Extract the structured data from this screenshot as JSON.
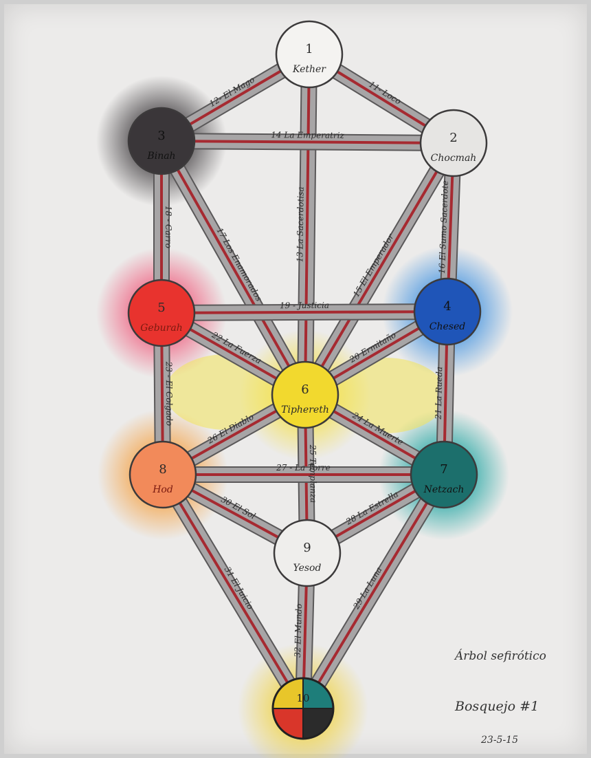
{
  "sephirot": [
    {
      "id": "s1",
      "number": "1",
      "name": "Kether",
      "fill": "#f4f3f1",
      "glow": "none"
    },
    {
      "id": "s2",
      "number": "2",
      "name": "Chocmah",
      "fill": "#e6e5e3",
      "glow": "none"
    },
    {
      "id": "s3",
      "number": "3",
      "name": "Binah",
      "fill": "#3a3639",
      "glow": "#3a3639"
    },
    {
      "id": "s4",
      "number": "4",
      "name": "Chesed",
      "fill": "#1f55b8",
      "glow": "#3b8fe0"
    },
    {
      "id": "s5",
      "number": "5",
      "name": "Geburah",
      "fill": "#e8332e",
      "glow": "#f0587a"
    },
    {
      "id": "s6",
      "number": "6",
      "name": "Tiphereth",
      "fill": "#f2d92e",
      "glow": "#f4e04a"
    },
    {
      "id": "s7",
      "number": "7",
      "name": "Netzach",
      "fill": "#1c6f6c",
      "glow": "#1aa3a0"
    },
    {
      "id": "s8",
      "number": "8",
      "name": "Hod",
      "fill": "#f28a5a",
      "glow": "#f5a040"
    },
    {
      "id": "s9",
      "number": "9",
      "name": "Yesod",
      "fill": "#efeeec",
      "glow": "none"
    },
    {
      "id": "s10",
      "number": "10",
      "name": "",
      "fill": "#ffffff",
      "glow": "#f0d44a"
    }
  ],
  "malkuth_quarters": [
    "#e8c62a",
    "#1e7e7a",
    "#d9362a",
    "#2b2b2b"
  ],
  "paths": [
    {
      "id": "p11",
      "from": "s1",
      "to": "s2",
      "label": "11- Loco"
    },
    {
      "id": "p12",
      "from": "s1",
      "to": "s3",
      "label": "12- El Mago"
    },
    {
      "id": "p13",
      "from": "s1",
      "to": "s6",
      "label": "13 La Sacerdotisa"
    },
    {
      "id": "p14",
      "from": "s3",
      "to": "s2",
      "label": "14 La Emperatriz"
    },
    {
      "id": "p15",
      "from": "s2",
      "to": "s6",
      "label": "15 El Emperador"
    },
    {
      "id": "p16",
      "from": "s2",
      "to": "s4",
      "label": "16 El Sumo Sacerdote"
    },
    {
      "id": "p17",
      "from": "s3",
      "to": "s6",
      "label": "17 Los Enamorados"
    },
    {
      "id": "p18",
      "from": "s3",
      "to": "s5",
      "label": "18 - Carro"
    },
    {
      "id": "p19",
      "from": "s5",
      "to": "s4",
      "label": "19 - Justicia"
    },
    {
      "id": "p20",
      "from": "s4",
      "to": "s6",
      "label": "20 Ermitaño"
    },
    {
      "id": "p21",
      "from": "s4",
      "to": "s7",
      "label": "21 La Rueda"
    },
    {
      "id": "p22",
      "from": "s5",
      "to": "s6",
      "label": "22 La Fuerza"
    },
    {
      "id": "p23",
      "from": "s5",
      "to": "s8",
      "label": "23 - El Colgado"
    },
    {
      "id": "p24",
      "from": "s6",
      "to": "s7",
      "label": "24 La Muerte"
    },
    {
      "id": "p25",
      "from": "s6",
      "to": "s9",
      "label": "25 Templanza"
    },
    {
      "id": "p26",
      "from": "s6",
      "to": "s8",
      "label": "26 El Diablo"
    },
    {
      "id": "p27",
      "from": "s8",
      "to": "s7",
      "label": "27 - La Torre"
    },
    {
      "id": "p28",
      "from": "s7",
      "to": "s9",
      "label": "28 La Estrella"
    },
    {
      "id": "p29",
      "from": "s7",
      "to": "s10",
      "label": "29 La Luna"
    },
    {
      "id": "p30",
      "from": "s8",
      "to": "s9",
      "label": "30 El Sol"
    },
    {
      "id": "p31",
      "from": "s8",
      "to": "s10",
      "label": "31 El Juicio"
    },
    {
      "id": "p32",
      "from": "s9",
      "to": "s10",
      "label": "32 El Mundo"
    }
  ],
  "signature": {
    "title": "Árbol sefirótico",
    "author": "Bosquejo #1",
    "date": "23-5-15"
  },
  "colors": {
    "pillar": "#a7a5a6",
    "pillar_edge": "#5a5859",
    "path_red": "#a62a31"
  }
}
